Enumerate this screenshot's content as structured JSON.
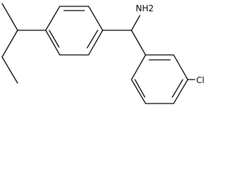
{
  "structure": {
    "atoms": {
      "amine": "NH2",
      "chlorine": "Cl"
    },
    "rings": [
      "left-benzene",
      "right-chlorobenzene"
    ],
    "substituents": [
      "sec-butyl",
      "amino",
      "chloro"
    ]
  }
}
